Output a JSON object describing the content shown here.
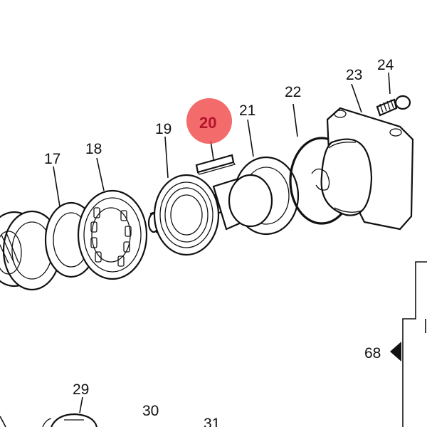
{
  "diagram": {
    "highlight_color": "#f04a4a",
    "highlighted_part": "20",
    "labels": {
      "p17": "17",
      "p18": "18",
      "p19": "19",
      "p20": "20",
      "p21": "21",
      "p22": "22",
      "p23": "23",
      "p24": "24",
      "p29": "29",
      "p30": "30",
      "p31": "31",
      "p68": "68"
    }
  }
}
